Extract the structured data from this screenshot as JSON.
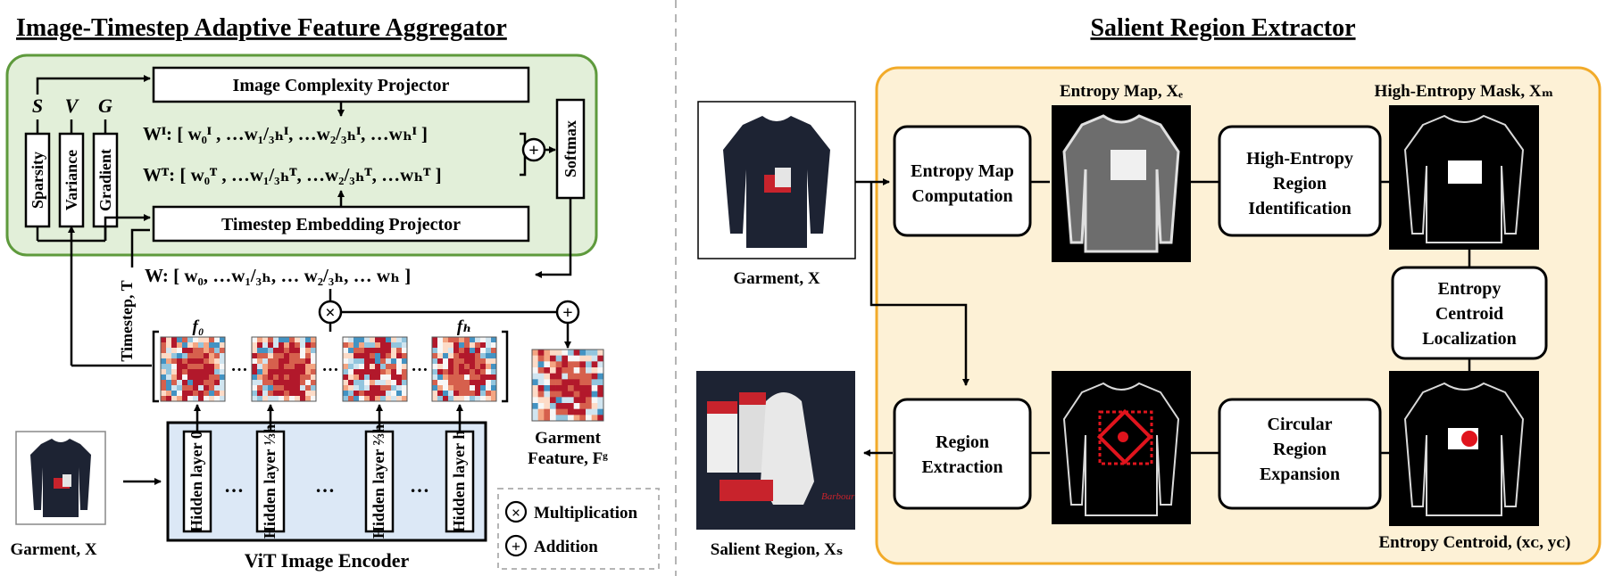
{
  "left_title": "Image-Timestep Adaptive Feature Aggregator",
  "right_title": "Salient Region Extractor",
  "aggregator": {
    "image_projector": "Image Complexity Projector",
    "timestep_projector": "Timestep Embedding Projector",
    "softmax": "Softmax",
    "metrics": [
      {
        "short": "S",
        "label": "Sparsity"
      },
      {
        "short": "V",
        "label": "Variance"
      },
      {
        "short": "G",
        "label": "Gradient"
      }
    ],
    "wi_row": "Wᴵ: [ w₀ᴵ ,  …w₁/₃ₕᴵ, …w₂/₃ₕᴵ,  …wₕᴵ ]",
    "wt_row": "Wᵀ: [ w₀ᵀ ,  …w₁/₃ₕᵀ, …w₂/₃ₕᵀ,  …wₕᵀ ]",
    "w_row": "W: [ w₀,  …w₁/₃ₕ,  … w₂/₃ₕ,  … wₕ ]",
    "plus": "+",
    "times": "×",
    "timestep_label": "Timestep, T",
    "f0": "f₀",
    "fh": "fₕ",
    "dots": "…",
    "garment_feature_line1": "Garment",
    "garment_feature_line2": "Feature, Fᵍ",
    "garment_input": "Garment, X",
    "encoder_label": "ViT Image Encoder",
    "hidden_layers": [
      "Hidden layer 0",
      "Hidden layer ⅓h",
      "Hidden layer ⅔h",
      "Hidden layer h"
    ],
    "encoder_dots": "…",
    "legend": {
      "multiplication": "Multiplication",
      "addition": "Addition"
    }
  },
  "extractor": {
    "garment_label": "Garment, X",
    "salient_label": "Salient Region, Xₛ",
    "entropy_map_label": "Entropy Map, Xₑ",
    "mask_label": "High-Entropy Mask, Xₘ",
    "centroid_label": "Entropy Centroid, (xᴄ,  yᴄ)",
    "steps": {
      "entropy_map": [
        "Entropy Map",
        "Computation"
      ],
      "high_entropy": [
        "High-Entropy",
        "Region",
        "Identification"
      ],
      "centroid": [
        "Entropy",
        "Centroid",
        "Localization"
      ],
      "circular": [
        "Circular",
        "Region",
        "Expansion"
      ],
      "region": [
        "Region",
        "Extraction"
      ]
    },
    "logo_text": "Barbour"
  },
  "colors": {
    "green_fill": "#e2efd9",
    "green_stroke": "#5e9a3c",
    "blue_fill": "#dce8f6",
    "orange_fill": "#fdf1d6",
    "orange_stroke": "#f2ab2a",
    "heat_red": "#b2182b",
    "heat_blue": "#4f7fc0"
  }
}
